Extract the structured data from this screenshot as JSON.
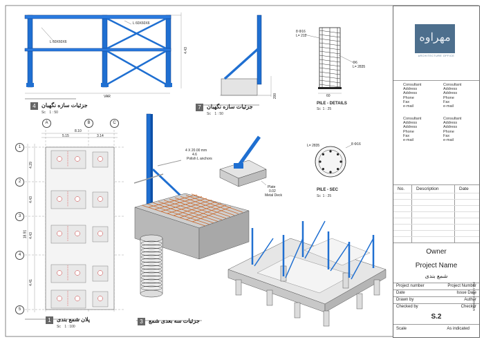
{
  "views": {
    "v4": {
      "num": "4",
      "title": "جزئیات سازه نگهبان",
      "scale_label": "Sc",
      "scale": "1 : 50",
      "tag1": "L 60X60X6",
      "tag2": "L 60X60X6",
      "dim_w": "VAR",
      "dim_h": "4.43"
    },
    "v7": {
      "num": "7",
      "title": "جزئیات سازه نگهبان",
      "scale_label": "Sc",
      "scale": "1 : 50",
      "dim_h": "200"
    },
    "pile_details": {
      "title": "PILE - DETAILS",
      "scale_label": "Sc",
      "scale": "1 : 25",
      "label1": "8 Φ16",
      "label1b": "L= 212",
      "label2": "Φ6",
      "label2b": "L= 2835",
      "dim": "60"
    },
    "pile_sec": {
      "title": "PILE - SEC",
      "scale_label": "Sc",
      "scale": "1 : 25",
      "label1": "L= 2835",
      "label2": "8 Φ16"
    },
    "v1": {
      "num": "1",
      "title": "پلان شمع بندی",
      "scale_label": "Sc",
      "scale": "1 : 100",
      "grid_cols": [
        "A",
        "B",
        "C"
      ],
      "grid_rows": [
        "1",
        "2",
        "3",
        "4",
        "5"
      ],
      "dim_top": "8.10",
      "dim_top_a": "5.15",
      "dim_top_b": "3.14",
      "dims_left": [
        "4.29",
        "4.43",
        "4.43",
        "4.41"
      ],
      "dim_total": "18.91"
    },
    "v3": {
      "num": "3",
      "title": "جزئیات سه بعدی شمع",
      "anchors": "4 X 20.00 mm",
      "anchors_b": "4.6",
      "anchors_c": "Polish L anchors",
      "plate": "Plate",
      "plate_b": "0.02",
      "plate_c": "Metal Deck"
    }
  },
  "title_block": {
    "logo_text": "مهراوه",
    "logo_sub": "ARCHITECTURE OFFICE",
    "contact_labels": [
      "Consultant",
      "Address",
      "Address",
      "Phone",
      "Fax",
      "e-mail"
    ],
    "rev_headers": {
      "no": "No.",
      "desc": "Description",
      "date": "Date"
    },
    "owner": "Owner",
    "project_name": "Project Name",
    "sheet_name": "شمع بندی",
    "fields": [
      {
        "label": "Project number",
        "value": "Project Number"
      },
      {
        "label": "Date",
        "value": "Issue Date"
      },
      {
        "label": "Drawn by",
        "value": "Author"
      },
      {
        "label": "Checked by",
        "value": "Checker"
      }
    ],
    "sheet_number": "S.2",
    "scale_label": "Scale",
    "scale_value": "As indicated",
    "timestamp": "9/6/2024 3:35:27 PM"
  }
}
